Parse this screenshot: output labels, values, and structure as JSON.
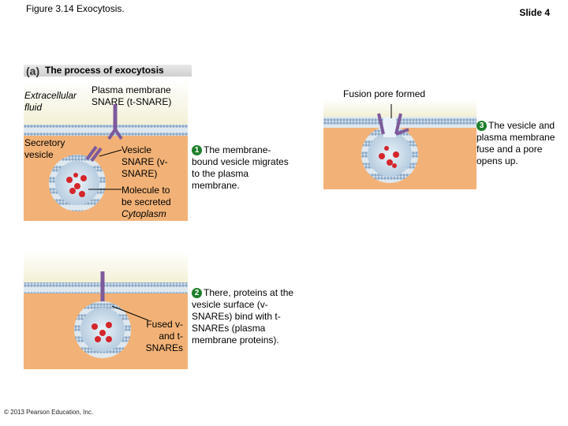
{
  "figure_title": "Figure 3.14 Exocytosis.",
  "slide_label": "Slide 4",
  "part_label": "(a)",
  "part_title": "The process of exocytosis",
  "labels": {
    "extracellular_fluid": "Extracellular fluid",
    "plasma_membrane_snare": "Plasma membrane SNARE (t-SNARE)",
    "secretory_vesicle": "Secretory vesicle",
    "vesicle_snare": "Vesicle SNARE (v-SNARE)",
    "molecule_to_be_secreted": "Molecule to be secreted",
    "cytoplasm": "Cytoplasm",
    "fused_snares": "Fused v- and t-SNAREs",
    "fusion_pore_formed": "Fusion pore formed"
  },
  "steps": [
    {
      "number": "1",
      "text": "The membrane-bound vesicle migrates to the plasma membrane."
    },
    {
      "number": "2",
      "text": "There, proteins at the vesicle surface (v-SNAREs) bind with t-SNAREs (plasma membrane proteins)."
    },
    {
      "number": "3",
      "text": "The vesicle and plasma membrane fuse and a pore opens up."
    }
  ],
  "copyright": "© 2013 Pearson Education, Inc.",
  "colors": {
    "extracellular": "#f3f0d6",
    "membrane_blue": "#8aa9c8",
    "membrane_core": "#dfe8ef",
    "cytoplasm": "#f2b277",
    "snare": "#7d5a9b",
    "molecule": "#d4262b",
    "step_badge": "#1e7f2a"
  }
}
